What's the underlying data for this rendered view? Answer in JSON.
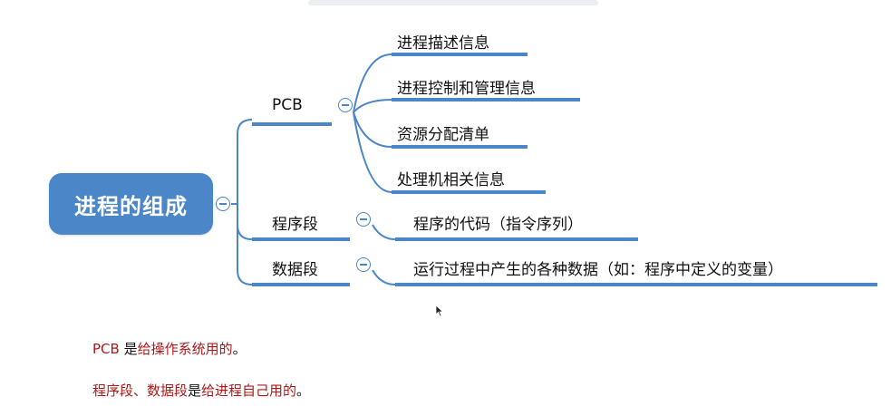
{
  "mindmap": {
    "root": "进程的组成",
    "branches": [
      {
        "label": "PCB",
        "children": [
          "进程描述信息",
          "进程控制和管理信息",
          "资源分配清单",
          "处理机相关信息"
        ]
      },
      {
        "label": "程序段",
        "children": [
          "程序的代码（指令序列）"
        ]
      },
      {
        "label": "数据段",
        "children": [
          "运行过程中产生的各种数据（如：程序中定义的变量）"
        ]
      }
    ]
  },
  "notes": [
    {
      "red1": "PCB",
      "black1": "是",
      "red2": "给操作系统用的",
      "black2": "。"
    },
    {
      "red1": "程序段、数据段",
      "black1": "是",
      "red2": "给进程自己用的",
      "black2": "。"
    }
  ],
  "colors": {
    "accent": "#4a86c8",
    "note_red": "#b01818"
  }
}
